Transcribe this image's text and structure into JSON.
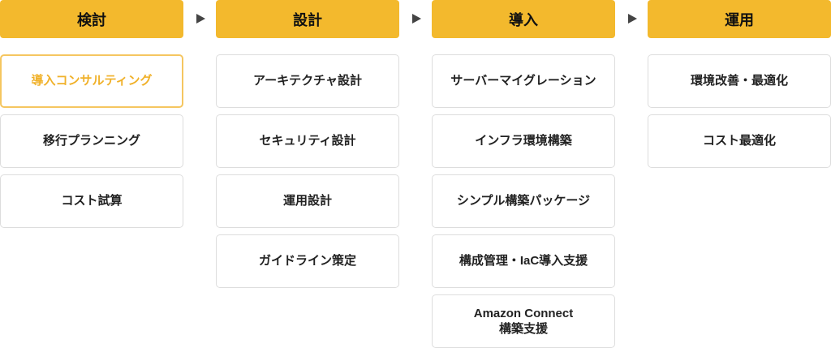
{
  "columns": [
    {
      "title": "検討",
      "items": [
        [
          "導入コンサルティング"
        ],
        [
          "移行プランニング"
        ],
        [
          "コスト試算"
        ]
      ],
      "active": 0
    },
    {
      "title": "設計",
      "items": [
        [
          "アーキテクチャ設計"
        ],
        [
          "セキュリティ設計"
        ],
        [
          "運用設計"
        ],
        [
          "ガイドライン策定"
        ]
      ]
    },
    {
      "title": "導入",
      "items": [
        [
          "サーバーマイグレーション"
        ],
        [
          "インフラ環境構築"
        ],
        [
          "シンプル構築パッケージ"
        ],
        [
          "構成管理・IaC導入支援"
        ],
        [
          "Amazon Connect",
          "構築支援"
        ]
      ]
    },
    {
      "title": "運用",
      "items": [
        [
          "環境改善・最適化"
        ],
        [
          "コスト最適化"
        ]
      ]
    }
  ],
  "colors": {
    "accent": "#f3b92d",
    "active_text": "#f0b12a",
    "arrow": "#444444"
  }
}
